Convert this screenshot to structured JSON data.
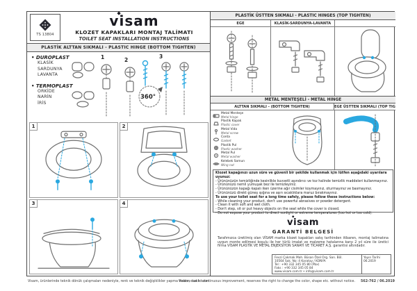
{
  "doc": {
    "left": {
      "cert_label": "TS 13804",
      "brand": {
        "word": "visam",
        "diamond": "◆"
      },
      "title_tr": "KLOZET KAPAKLARI MONTAJ TALİMATI",
      "title_en": "TOILET SEAT  INSTALLATION INSTRUCTIONS",
      "section_title": "PLASTİK ALTTAN SIKMALI - PLASTIC HINGE (BOTTOM TIGHTEN)",
      "materials": [
        {
          "heading": "• DUROPLAST",
          "items": [
            "KLASİK",
            "SARDUNYA",
            "LAVANTA"
          ]
        },
        {
          "heading": "• TERMOPLAST",
          "items": [
            "ORKİDE",
            "NARİN",
            "İRİS"
          ]
        }
      ],
      "diagram": {
        "step1": "1",
        "step2": "2",
        "step3": "3",
        "rotation": "360°"
      },
      "panels": [
        "1",
        "2",
        "3",
        "4"
      ]
    },
    "right": {
      "top_title": "PLASTİK ÜSTTEN SIKMALI - PLASTIC HINGES (TOP TIGHTEN)",
      "top_col1": "EGE",
      "top_col2": "KLASİK-SARDUNYA-LAVANTA",
      "metal_title": "METAL MENTEŞELİ - METAL HINGE",
      "metal_col1": "ALTTAN SIKMALI - (BOTTOM TIGHTEN)",
      "metal_col2": "EGE ÜSTTEN SIKMALI (TOP TIGHTEN)",
      "parts": [
        {
          "tr": "Metal Menteşe",
          "en": "Metal hinge"
        },
        {
          "tr": "Plastik Kapak",
          "en": "Plastic cover"
        },
        {
          "tr": "Metal Vida",
          "en": "Metal screw"
        },
        {
          "tr": "Conta",
          "en": "Gasket"
        },
        {
          "tr": "Plastik Pul",
          "en": "Plastic washer"
        },
        {
          "tr": "Metal Pul",
          "en": "Metal washer"
        },
        {
          "tr": "Kelebek Somun",
          "en": "Wing nut"
        }
      ],
      "care": {
        "tr_intro": "Klozet kapağınızı uzun süre ve güvenli bir şekilde kullanmak için lütfen aşağıdaki uyarılara uyunuz:",
        "tr1": "- Ürününüzün temizliğinde kesinlikle kuvvetli aşındırıcı ve toz halinde temizlik maddeleri kullanmayınız.",
        "tr2": "- Ürününüzü nemli yumuşak bez ile temizleyiniz.",
        "tr3": "- Ürününüzün kapağı kapalı iken üzerine ağır cisimler koymayınız, oturmayınız ve basmayınız.",
        "tr4": "- Ürününüzü direkt güneş ışığına ve aşırı sıcaklıklara maruz bırakmayınız.",
        "en_intro": "To use your toilet seat for a long time safely, please follow these instructions below:",
        "en1": "- While cleaning your product, don't use powerful abrasives or powder detergent.",
        "en2": "- Clean it with soft and wet cloth.",
        "en3": "- Don't step, sit or put heavy objects on the seat while the cover is closed.",
        "en4": "- Do not expose your product to direct sunlight or extreme temperatures (too hot or too cold)."
      },
      "warranty": {
        "word": "visam",
        "diamond": "◆",
        "title": "GARANTİ BELGESİ",
        "text": "Tarafımızca üretilmiş olan VİSAM marka klozet kapakları satış tarihinden itibaren, montaj talimatına uygun monte edilmesi koşulu ile her türlü imalat ve malzeme hatalarına karşı 2 yıl süre ile üretici firma VİSAM PLASTİK VE METAL ENJEKSİYON SANAYİ VE TİCARET A.Ş. garantisi altındadır."
      },
      "contact": {
        "l1": "Fevzi Çakmak Mah. Büsan Özel Org. San. Böl.",
        "l2": "10564 Sok. No: 4  Karatay / KONYA",
        "l3": "Tel : +90 332 345 05 80 (Pbx)",
        "l4": "Faks : +90 332 345 05 84",
        "l5": "www.visam.com.tr  •  info@visam.com.tr",
        "r1": "Yayın Tarihi",
        "r2": "06.2019"
      }
    },
    "footer": {
      "left": "Visam, ürünlerinde teknik dönük çalışmaları nedeniyle, renk ve teknik değişiklikler yapma hakkını saklı tutar.",
      "right": "Visam, due to continuous improvement, reserves the right to change the color, shape etc. without notice.",
      "code": "562-762 / 06.2019"
    }
  }
}
